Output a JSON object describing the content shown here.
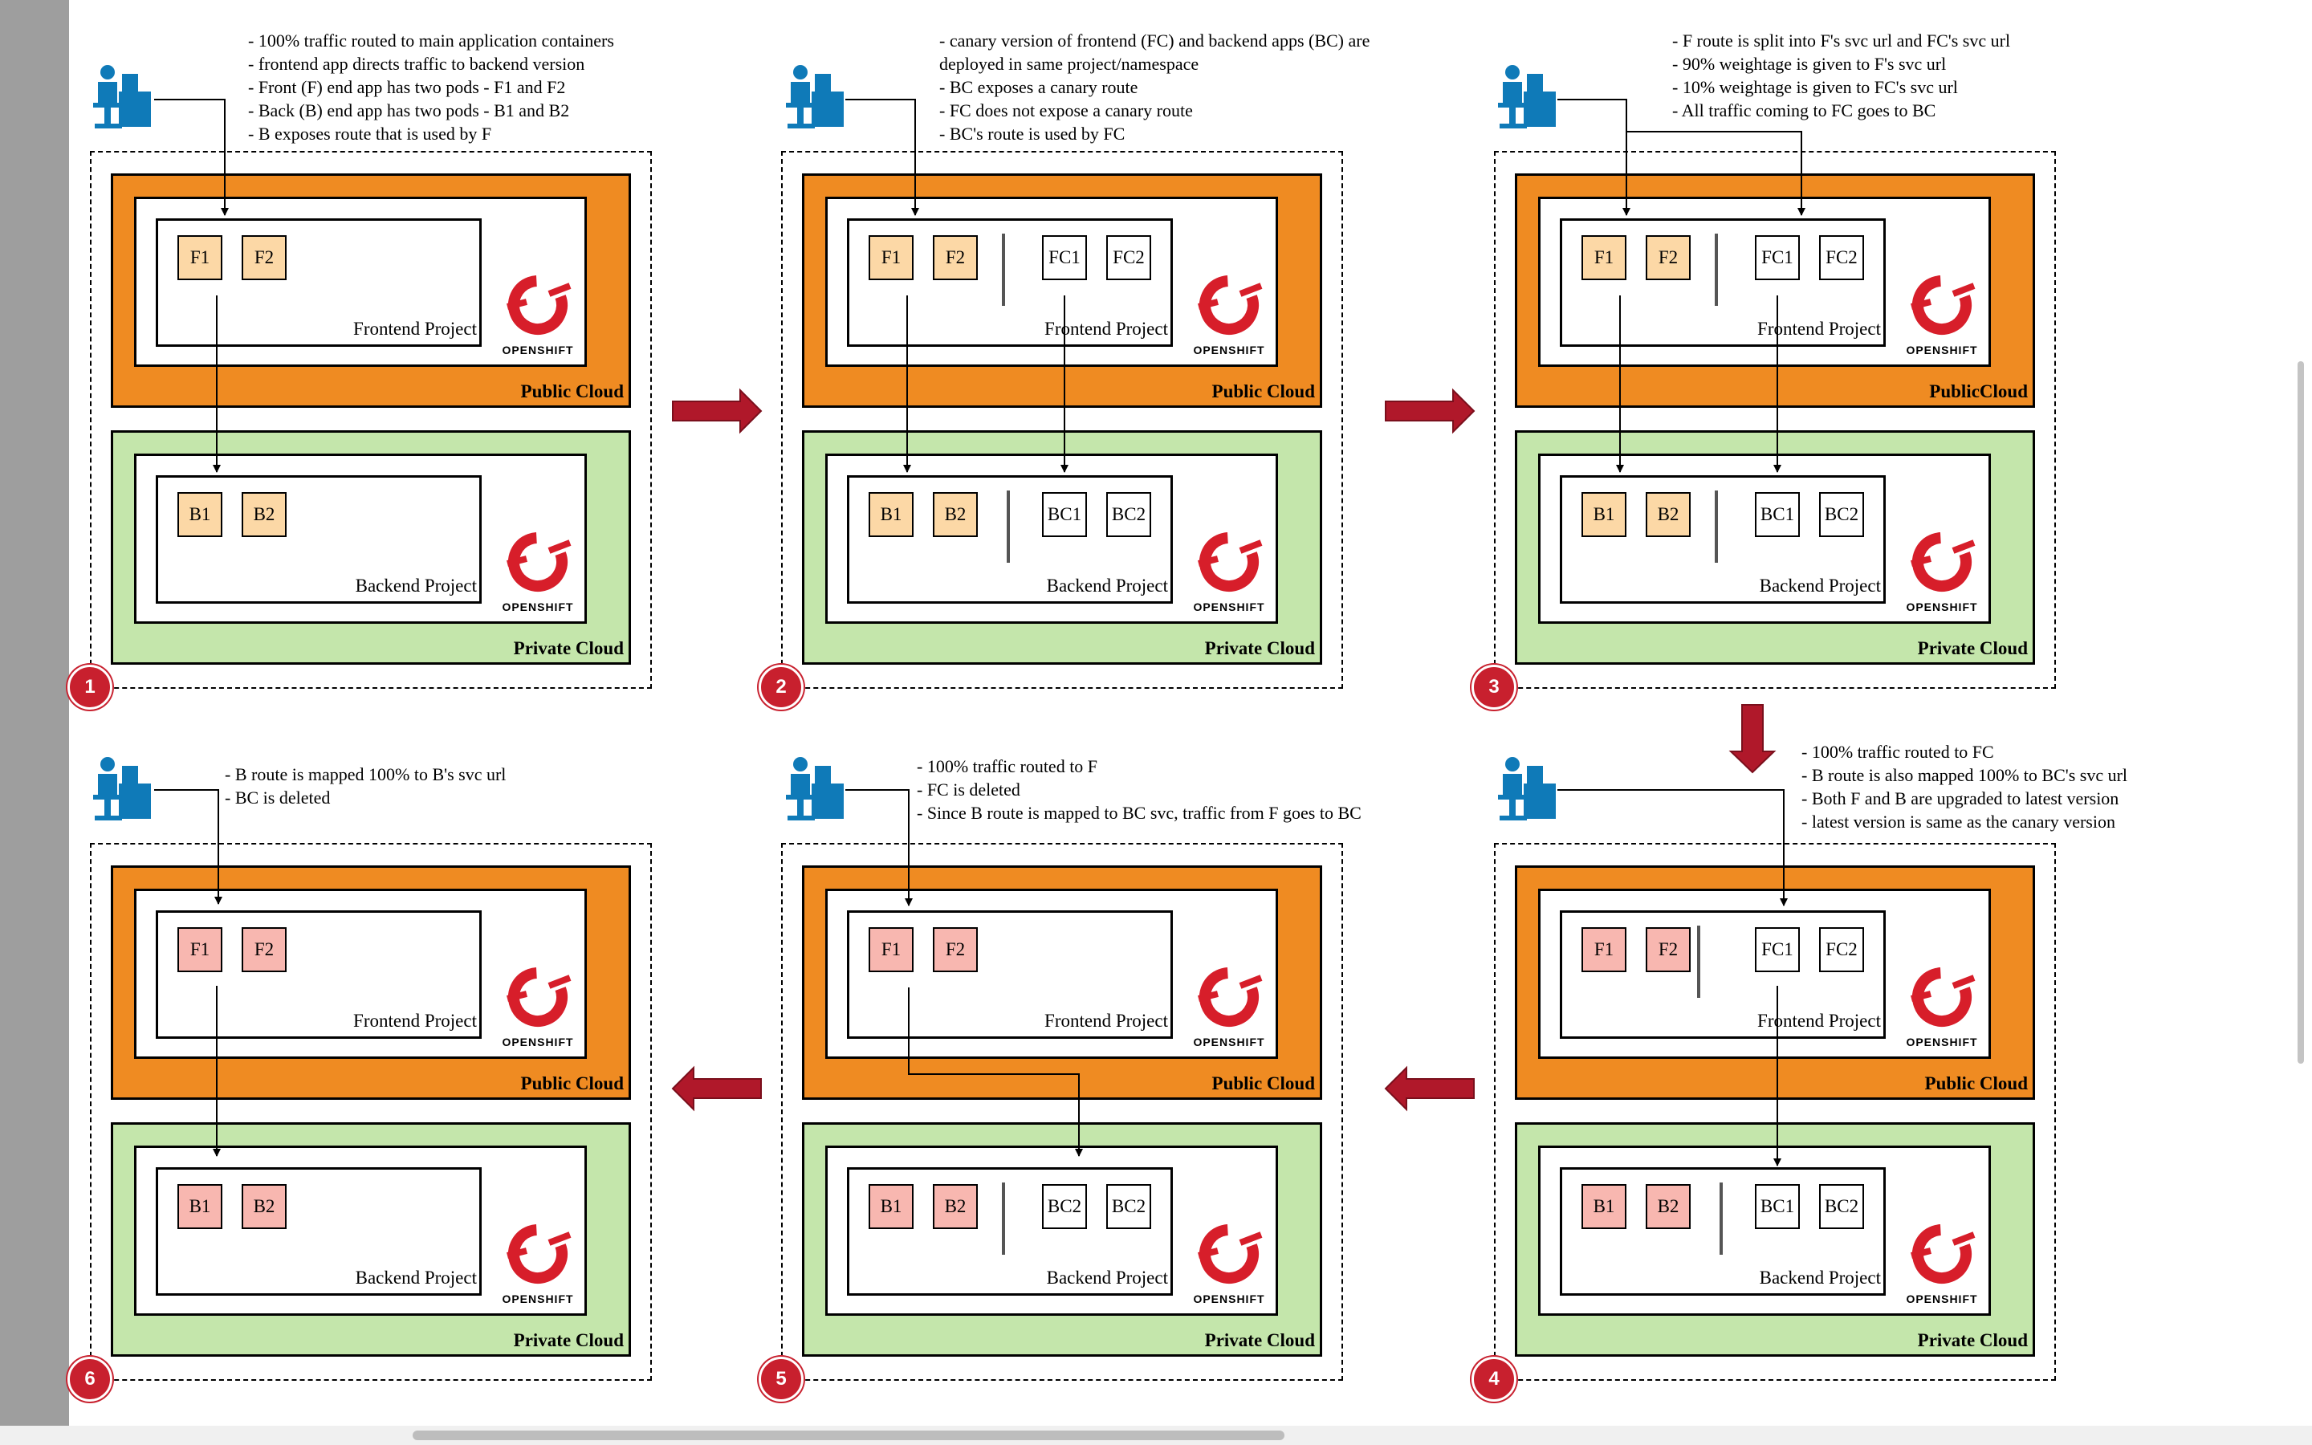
{
  "colors": {
    "public_cloud": "#ef8b22",
    "private_cloud": "#c4e6ab",
    "pod_original": "#fcd8a6",
    "pod_upgraded": "#f8b7b0",
    "pod_canary": "#ffffff",
    "arrow": "#b0182a",
    "badge": "#c8202e"
  },
  "icons": {
    "user": "user-at-computer-icon",
    "openshift": "openshift-logo",
    "flow_arrow": "step-arrow"
  },
  "labels": {
    "public_cloud_alt": "PublicCloud",
    "openshift": "OPENSHIFT"
  },
  "panels": [
    {
      "number": "1",
      "notes": [
        "- 100% traffic routed to main application containers",
        "- frontend app directs traffic to backend  version",
        "- Front (F) end app has two pods - F1 and F2",
        "- Back (B) end app has two pods - B1 and B2",
        "- B exposes route that is used by F"
      ],
      "public_cloud_label": "Public Cloud",
      "private_cloud_label": "Private Cloud",
      "frontend_project": "Frontend Project",
      "backend_project": "Backend Project",
      "frontend_pods": [
        "F1",
        "F2"
      ],
      "frontend_canary_pods": [],
      "backend_pods": [
        "B1",
        "B2"
      ],
      "backend_canary_pods": [],
      "pod_style": "tan"
    },
    {
      "number": "2",
      "notes": [
        "- canary version of frontend (FC) and backend apps (BC) are",
        "   deployed in same project/namespace",
        "- BC exposes a canary route",
        "- FC does not expose a canary route",
        "- BC's route is used by FC"
      ],
      "public_cloud_label": "Public Cloud",
      "private_cloud_label": "Private Cloud",
      "frontend_project": "Frontend Project",
      "backend_project": "Backend Project",
      "frontend_pods": [
        "F1",
        "F2"
      ],
      "frontend_canary_pods": [
        "FC1",
        "FC2"
      ],
      "backend_pods": [
        "B1",
        "B2"
      ],
      "backend_canary_pods": [
        "BC1",
        "BC2"
      ],
      "pod_style": "tan"
    },
    {
      "number": "3",
      "notes": [
        "- F route is split into F's svc url and FC's svc url",
        "- 90% weightage is given to F's svc url",
        "- 10% weightage is given to FC's svc url",
        "- All traffic coming to FC goes to BC"
      ],
      "public_cloud_label": "PublicCloud",
      "private_cloud_label": "Private Cloud",
      "frontend_project": "Frontend Project",
      "backend_project": "Backend Project",
      "frontend_pods": [
        "F1",
        "F2"
      ],
      "frontend_canary_pods": [
        "FC1",
        "FC2"
      ],
      "backend_pods": [
        "B1",
        "B2"
      ],
      "backend_canary_pods": [
        "BC1",
        "BC2"
      ],
      "pod_style": "tan"
    },
    {
      "number": "4",
      "notes": [
        "- 100% traffic routed to FC",
        "- B route is also mapped 100% to BC's svc url",
        "- Both F and B are upgraded to latest version",
        "- latest version is same as the canary version"
      ],
      "public_cloud_label": "Public Cloud",
      "private_cloud_label": "Private Cloud",
      "frontend_project": "Frontend Project",
      "backend_project": "Backend Project",
      "frontend_pods": [
        "F1",
        "F2"
      ],
      "frontend_canary_pods": [
        "FC1",
        "FC2"
      ],
      "backend_pods": [
        "B1",
        "B2"
      ],
      "backend_canary_pods": [
        "BC1",
        "BC2"
      ],
      "pod_style": "pink"
    },
    {
      "number": "5",
      "notes": [
        "- 100% traffic routed to F",
        "- FC is deleted",
        "- Since B route is mapped to BC svc, traffic from F goes to BC"
      ],
      "public_cloud_label": "Public Cloud",
      "private_cloud_label": "Private Cloud",
      "frontend_project": "Frontend Project",
      "backend_project": "Backend Project",
      "frontend_pods": [
        "F1",
        "F2"
      ],
      "frontend_canary_pods": [],
      "backend_pods": [
        "B1",
        "B2"
      ],
      "backend_canary_pods": [
        "BC2",
        "BC2"
      ],
      "pod_style": "pink"
    },
    {
      "number": "6",
      "notes": [
        "- B route is mapped 100% to B's svc url",
        "- BC is deleted"
      ],
      "public_cloud_label": "Public Cloud",
      "private_cloud_label": "Private Cloud",
      "frontend_project": "Frontend Project",
      "backend_project": "Backend Project",
      "frontend_pods": [
        "F1",
        "F2"
      ],
      "frontend_canary_pods": [],
      "backend_pods": [
        "B1",
        "B2"
      ],
      "backend_canary_pods": [],
      "pod_style": "pink"
    }
  ]
}
